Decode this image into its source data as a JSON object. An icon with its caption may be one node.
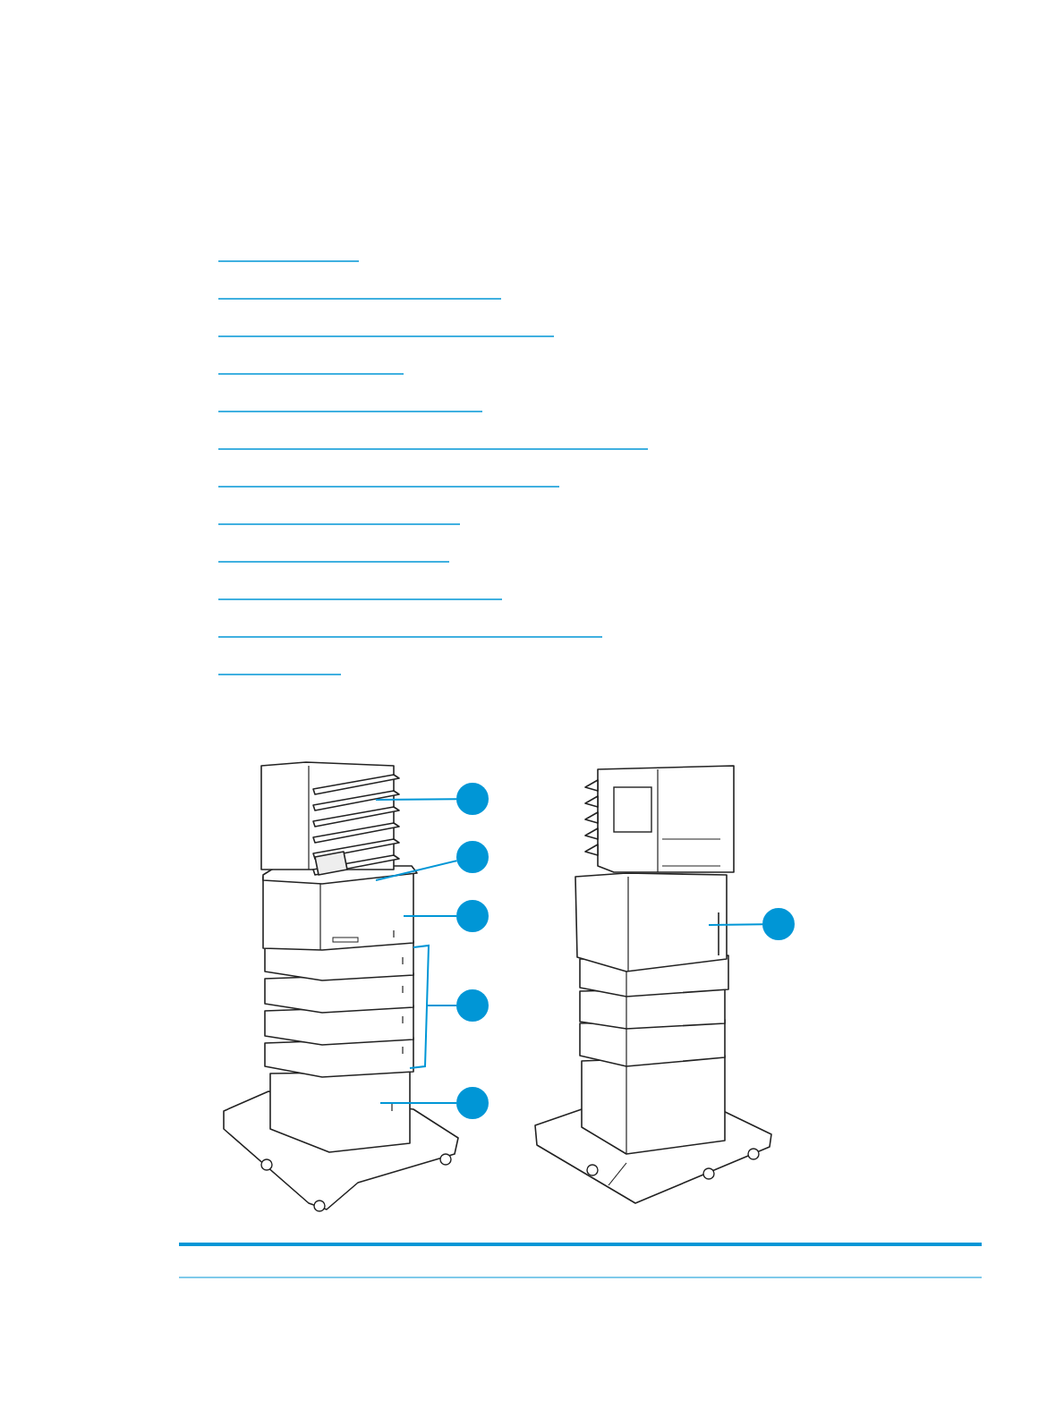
{
  "diagram": {
    "nodes": [
      {
        "text": [],
        "shape": "circle"
      },
      {
        "text": [],
        "shape": "circle"
      },
      {
        "text": [],
        "shape": "circle"
      },
      {
        "text": [],
        "shape": "circle"
      },
      {
        "text": [],
        "shape": "circle"
      },
      {
        "text": [],
        "shape": "circle"
      }
    ],
    "edges": [
      {
        "from": 0,
        "to": null,
        "arrow": "none"
      },
      {
        "from": 1,
        "to": null,
        "arrow": "none"
      },
      {
        "from": 2,
        "to": null,
        "arrow": "none"
      },
      {
        "from": 3,
        "to": null,
        "arrow": "none"
      },
      {
        "from": 4,
        "to": null,
        "arrow": "none"
      },
      {
        "from": 5,
        "to": null,
        "arrow": "none"
      }
    ]
  }
}
